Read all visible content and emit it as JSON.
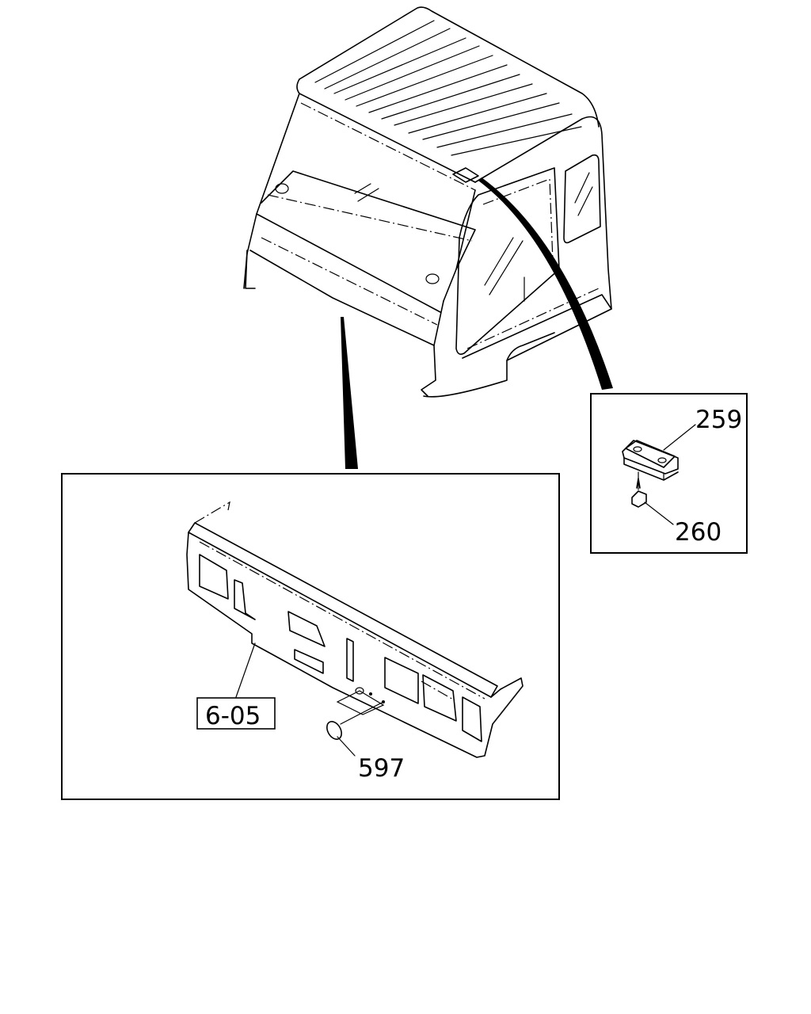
{
  "callouts": {
    "clip": "259",
    "screw": "260",
    "panel": "6-05",
    "plug": "597"
  }
}
